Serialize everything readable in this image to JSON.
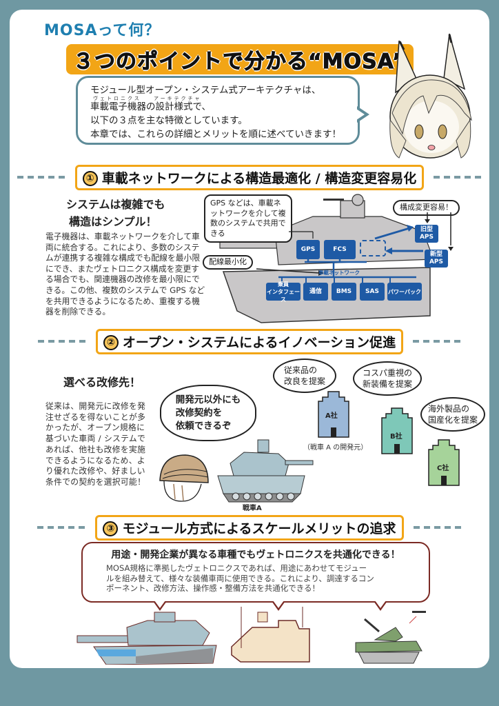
{
  "header": {
    "kicker": "MOSAって何？",
    "title": "３つのポイントで分かる“MOSA”"
  },
  "intro": {
    "line1": "モジュール型オープン・システム式アーキテクチャは、",
    "ruby_avionics": "ヴェトロニクス",
    "ruby_architecture": "アーキテクチャ",
    "line2": "車載電子機器の設計様式で、",
    "line3": "以下の３点を主な特徴としています。",
    "line4": "本章では、これらの詳細とメリットを順に述べていきます！"
  },
  "sections": [
    {
      "number": "①",
      "title": "車載ネットワークによる構造最適化 / 構造変更容易化",
      "subheading_lines": [
        "システムは複雑でも",
        "構造はシンプル！"
      ],
      "body": "電子機器は、車載ネットワークを介して車両に統合する。これにより、多数のシステムが連携する複雑な構成でも配線を最小限にでき、またヴェトロニクス構成を変更する場合でも、関連機器の改修を最小限にできる。この他、複数のシステムで GPS などを共用できるようになるため、重複する機器を削除できる。",
      "diagram": {
        "gps_callout": "GPS などは、車載ネットワークを介して複数のシステムで共用できる",
        "reconfig_callout": "構成変更容易！",
        "wiring_callout": "配線最小化",
        "network_label": "車載ネットワーク",
        "upper_modules": [
          "GPS",
          "FCS"
        ],
        "old_aps": "旧型\nAPS",
        "new_aps": "新型\nAPS",
        "lower_modules": [
          "乗員\nインタフェース",
          "通信",
          "BMS",
          "SAS",
          "パワーパック"
        ]
      }
    },
    {
      "number": "②",
      "title": "オープン・システムによるイノベーション促進",
      "subheading": "選べる改修先！",
      "body": "従来は、開発元に改修を発注せざるを得ないことが多かったが、オープン規格に基づいた車両 / システムであれば、他社も改修を実施できるようになるため、より優れた改修や、好ましい条件での契約を選択可能！",
      "soldier_speech": "開発元以外にも\n改修契約を\n依頼できるぞ",
      "tank_label": "戦車A",
      "companies": [
        {
          "name": "A社",
          "speech": "従来品の\n改良を提案",
          "note": "（戦車 A の開発元）",
          "color": "#9bb8d8"
        },
        {
          "name": "B社",
          "speech": "コスパ重視の\n新装備を提案",
          "note": "",
          "color": "#7ec8b8"
        },
        {
          "name": "C社",
          "speech": "海外製品の\n国産化を提案",
          "note": "",
          "color": "#a6d39a"
        }
      ]
    },
    {
      "number": "③",
      "title": "モジュール方式によるスケールメリットの追求",
      "headline": "用途・開発企業が異なる車種でもヴェトロニクスを共通化できる！",
      "body_lines": [
        "MOSA規格に準拠したヴェトロニクスであれば、用途にあわせてモジュー",
        "ルを組み替えて、様々な装備車両に使用できる。これにより、調達するコン",
        "ポーネント、改修方法、操作感・整備方法を共通化できる！"
      ],
      "vehicles": [
        "main-battle-tank",
        "armored-personnel-carrier",
        "anti-air-vehicle"
      ]
    }
  ],
  "colors": {
    "background": "#6f98a2",
    "accent_orange": "#f2a516",
    "network_blue": "#1e5aa5",
    "kicker_blue": "#1f7fb0",
    "bubble_border": "#5f8c99",
    "section3_border": "#7b2a24"
  }
}
